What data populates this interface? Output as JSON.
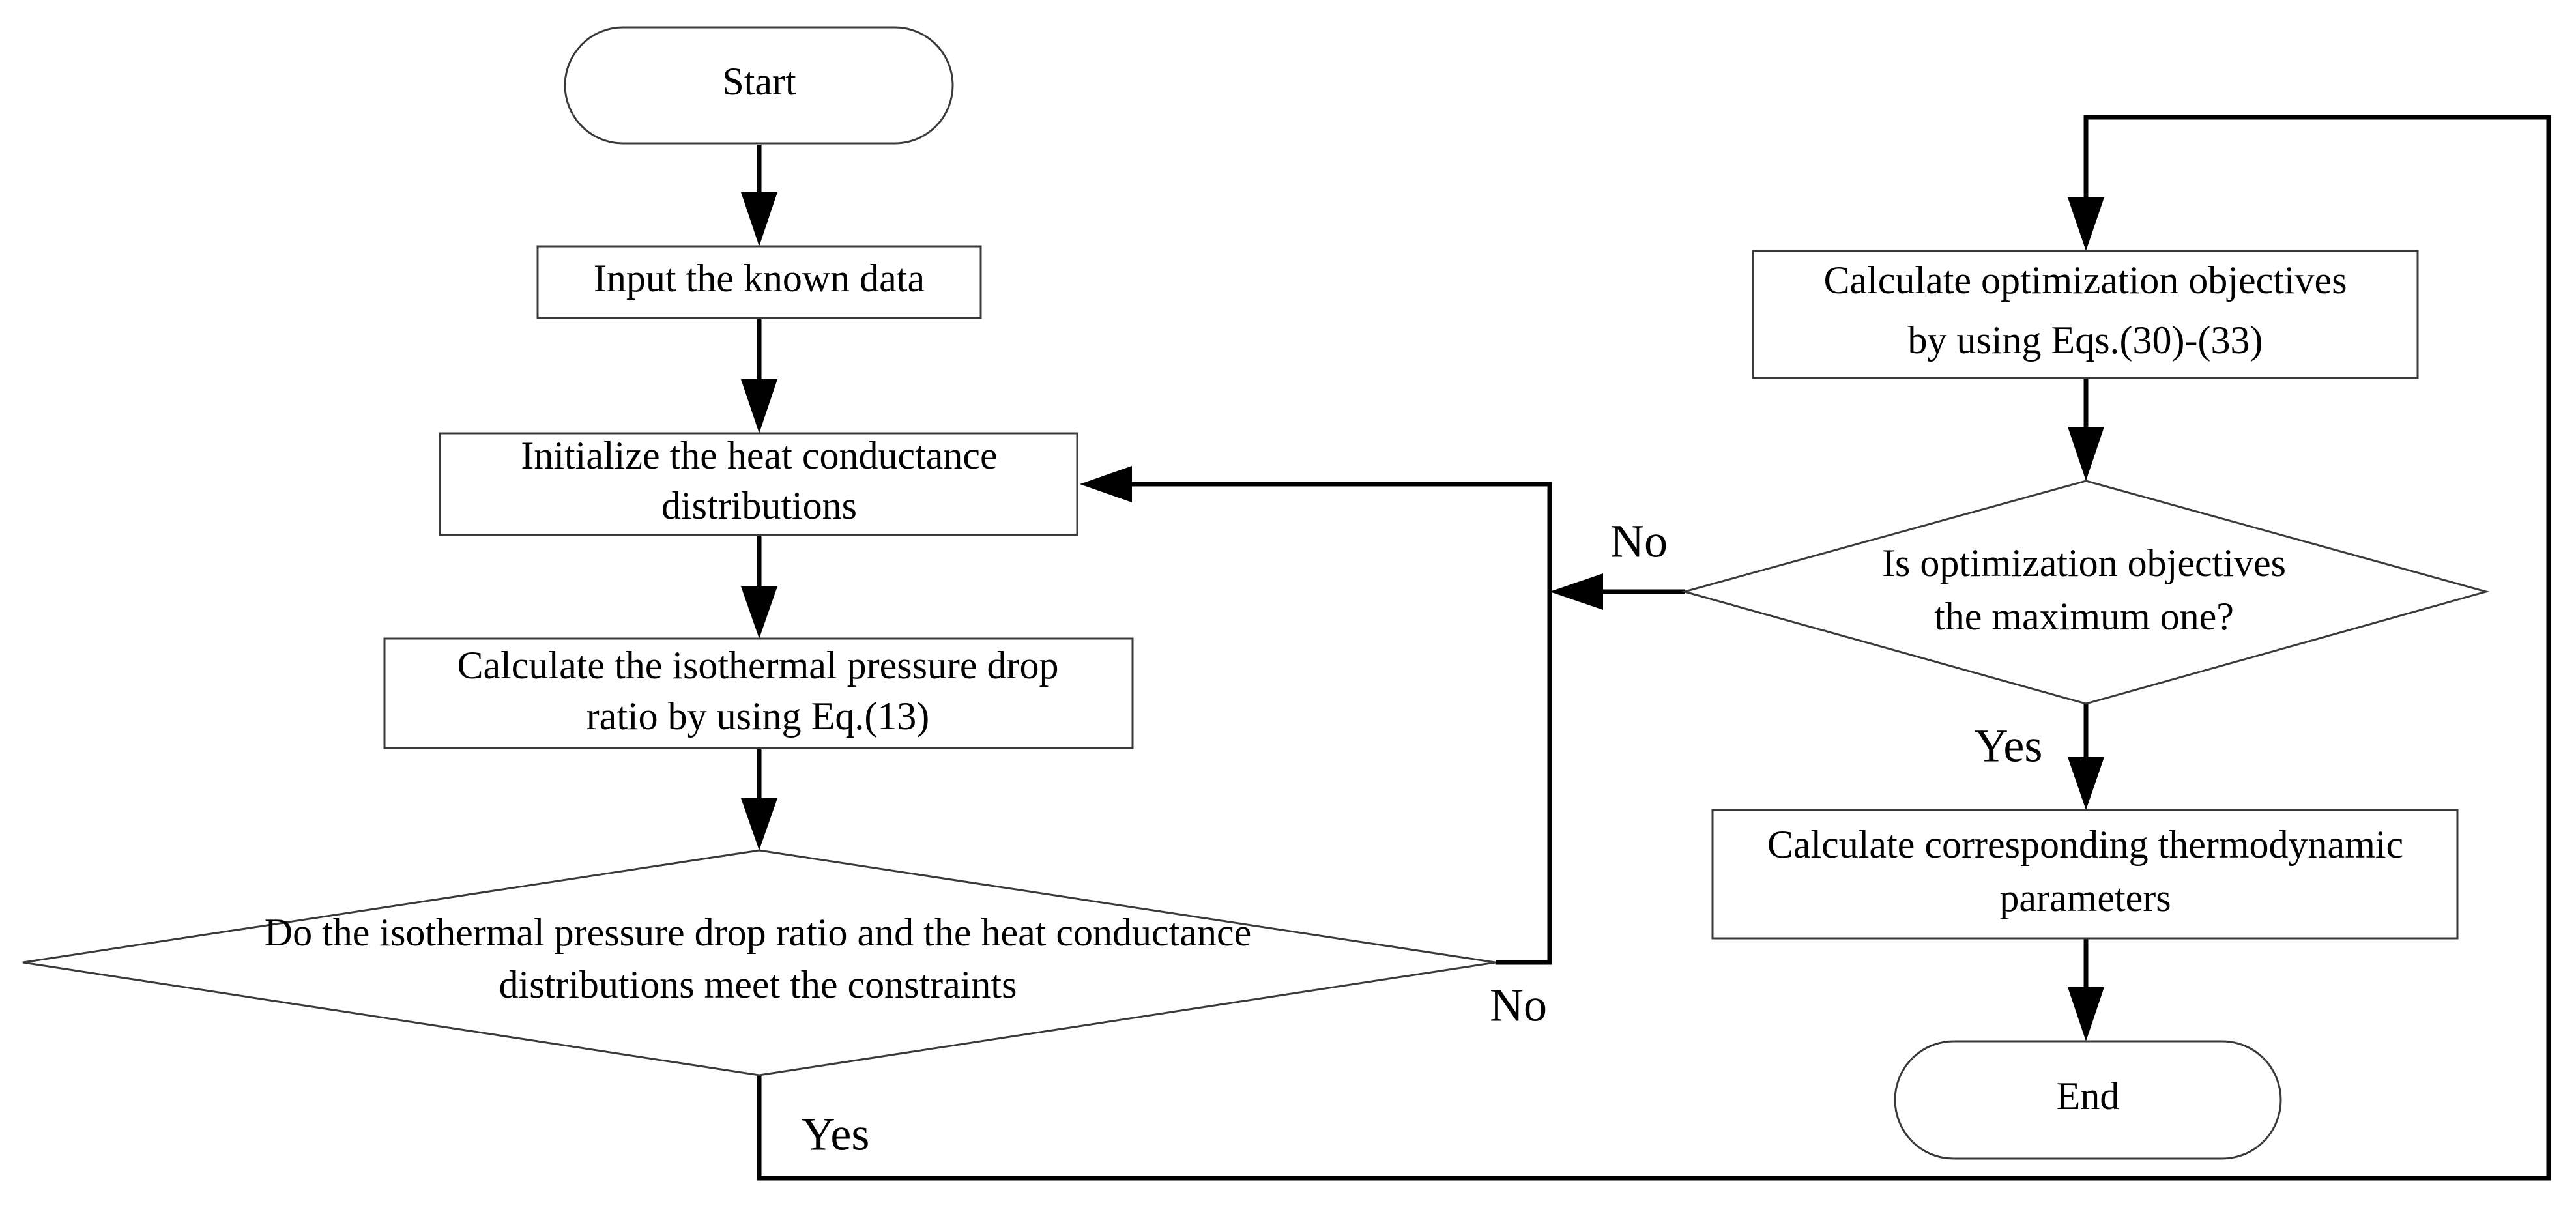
{
  "nodes": {
    "start": {
      "label": "Start"
    },
    "input": {
      "label": "Input the known data"
    },
    "initialize": {
      "line1": "Initialize the heat conductance",
      "line2": "distributions"
    },
    "calc_ratio": {
      "line1": "Calculate the isothermal pressure drop",
      "line2": "ratio by using Eq.(13)"
    },
    "constraints": {
      "line1": "Do the isothermal pressure drop ratio  and the heat conductance",
      "line2": "distributions meet  the constraints"
    },
    "calc_objectives": {
      "line1": "Calculate optimization objectives",
      "line2": "by using Eqs.(30)-(33)"
    },
    "max_check": {
      "line1": "Is optimization objectives",
      "line2": "the maximum one?"
    },
    "calc_params": {
      "line1": "Calculate corresponding thermodynamic",
      "line2": "parameters"
    },
    "end": {
      "label": "End"
    }
  },
  "branch_labels": {
    "constraints_no": "No",
    "constraints_yes": "Yes",
    "max_no": "No",
    "max_yes": "Yes"
  }
}
